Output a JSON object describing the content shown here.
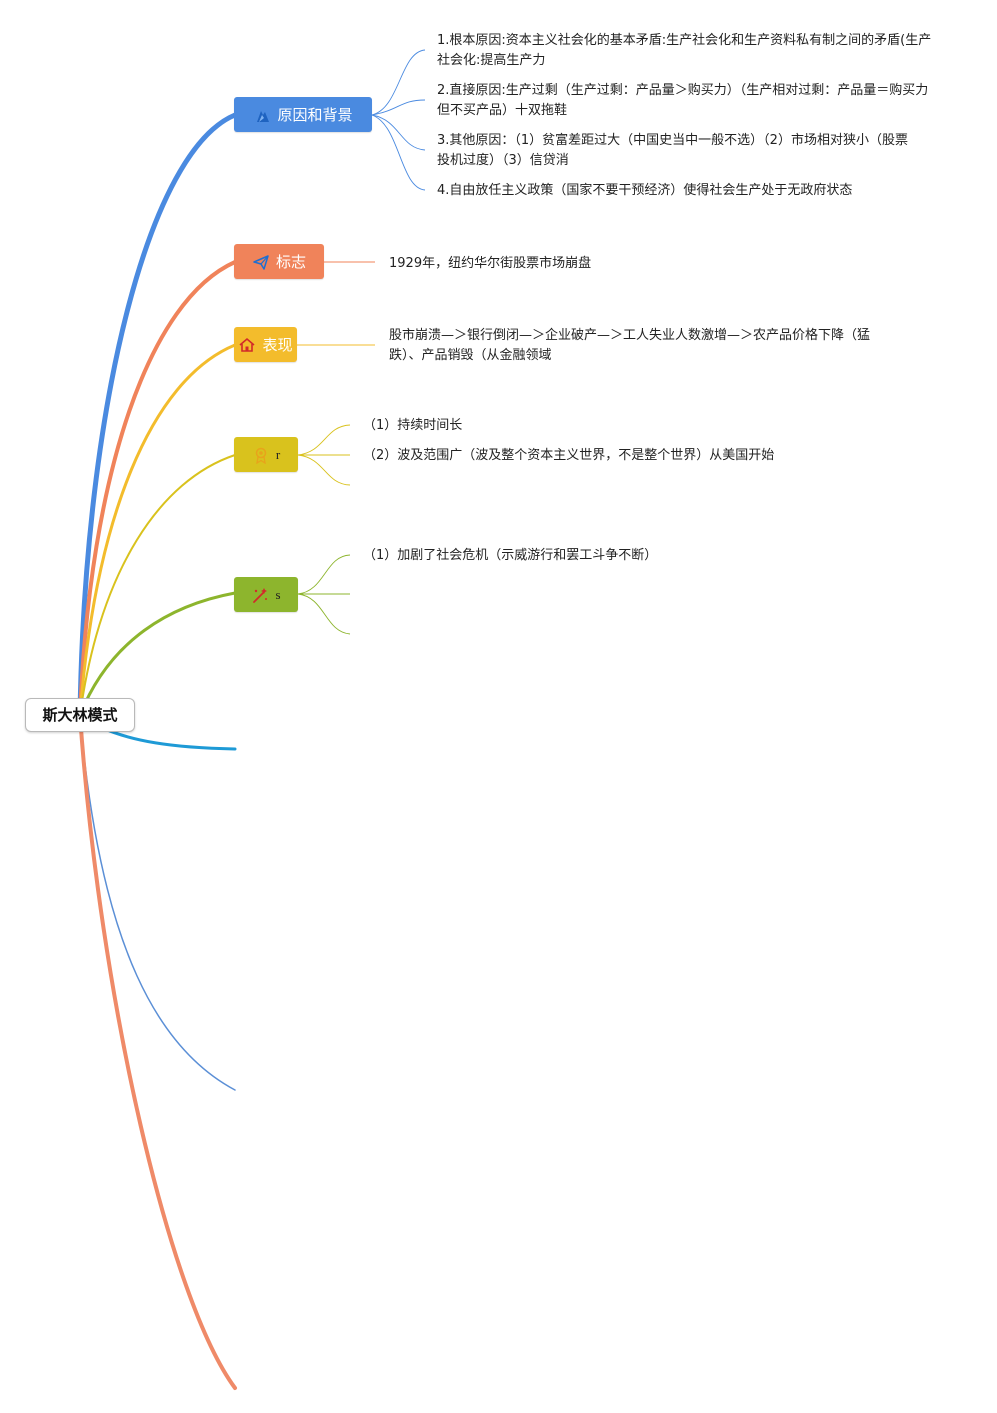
{
  "root": {
    "label": "斯大林模式"
  },
  "branches": [
    {
      "label": "原因和背景",
      "color": "#4a8ae0",
      "icon": "mountain-icon",
      "children": [
        "1.根本原因:资本主义社会化的基本矛盾:生产社会化和生产资料私有制之间的矛盾(生产社会化:提高生产力",
        "2.直接原因:生产过剩（生产过剩：产品量＞购买力）（生产相对过剩：产品量＝购买力但不买产品）十双拖鞋",
        "3.其他原因：（1）贫富差距过大（中国史当中一般不选）（2）市场相对狭小（股票投机过度）（3）信贷消",
        "4.自由放任主义政策（国家不要干预经济）使得社会生产处于无政府状态"
      ]
    },
    {
      "label": "标志",
      "color": "#f0835a",
      "icon": "paper-plane-icon",
      "children": [
        "1929年，纽约华尔街股票市场崩盘"
      ]
    },
    {
      "label": "表现",
      "color": "#f3bc2c",
      "icon": "house-icon",
      "children": [
        "股市崩溃—＞银行倒闭—＞企业破产—＞工人失业人数激增—＞农产品价格下降（猛跌）、产品销毁（从金融领域"
      ]
    },
    {
      "label": "r",
      "color": "#d9c21d",
      "icon": "award-icon",
      "children": [
        "（1）持续时间长",
        "（2）波及范围广（波及整个资本主义世界，不是整个世界）从美国开始",
        ""
      ]
    },
    {
      "label": "s",
      "color": "#8db52d",
      "icon": "wand-icon",
      "children": [
        "（1）加剧了社会危机（示威游行和罢工斗争不断）",
        "",
        ""
      ]
    }
  ],
  "empty_branches": [
    {
      "color": "#1e9ad6"
    },
    {
      "color": "#5b8fd6"
    },
    {
      "color": "#ef8a68"
    }
  ]
}
